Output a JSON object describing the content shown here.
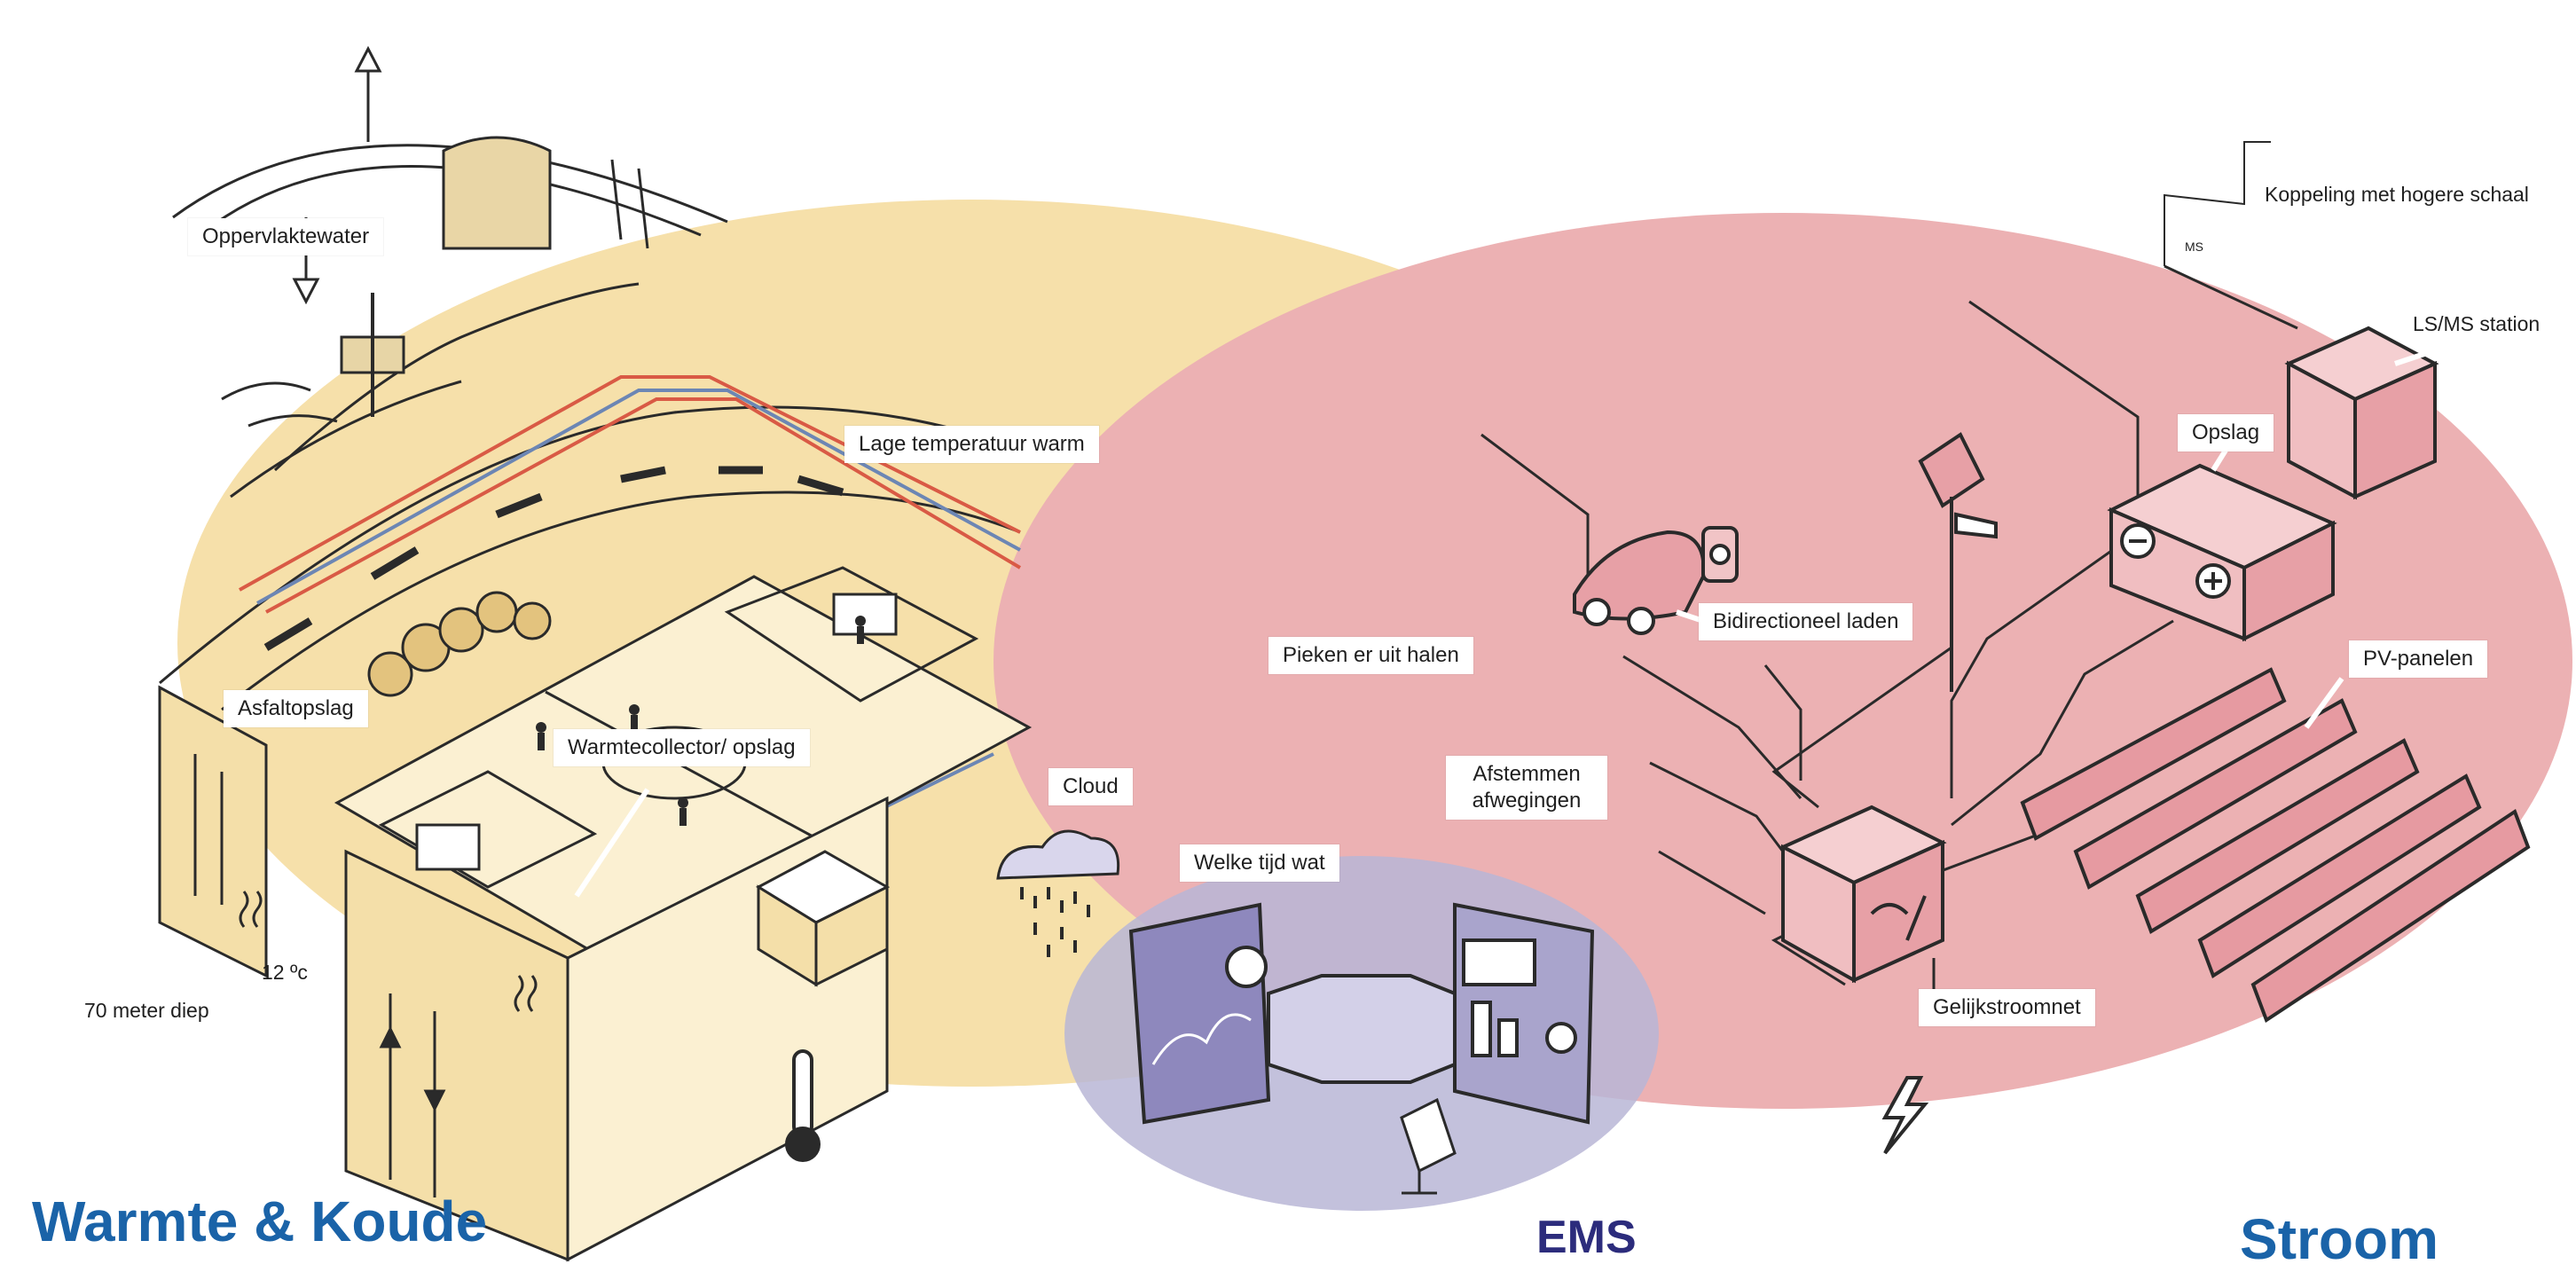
{
  "sections": {
    "warmte_koude": "Warmte & Koude",
    "ems": "EMS",
    "stroom": "Stroom"
  },
  "labels": {
    "oppervlaktewater": "Oppervlaktewater",
    "lage_temperatuur": "Lage temperatuur warm",
    "asfaltopslag": "Asfaltopslag",
    "warmtecollector": "Warmtecollector/ opslag",
    "temp_12": "12 ºc",
    "diepte_70": "70 meter diep",
    "cloud": "Cloud",
    "welke_tijd_wat": "Welke tijd wat",
    "pieken": "Pieken er uit halen",
    "afstemmen": "Afstemmen afwegingen",
    "bidirectioneel": "Bidirectioneel laden",
    "opslag": "Opslag",
    "ls_ms_station": "LS/MS station",
    "koppeling": "Koppeling met hogere schaal",
    "pv_panelen": "PV-panelen",
    "gelijkstroomnet": "Gelijkstroomnet",
    "ms_marker": "MS"
  },
  "colors": {
    "warm_zone": "#f6e0aa",
    "stroom_zone": "#ecb1b3",
    "ems_zone": "#b9b6d6",
    "title_blue": "#1a63a8",
    "ems_title": "#2c2c7c",
    "line_dark": "#2a2a2a",
    "pipe_red": "#d95a45",
    "pipe_blue": "#6c86b4"
  }
}
